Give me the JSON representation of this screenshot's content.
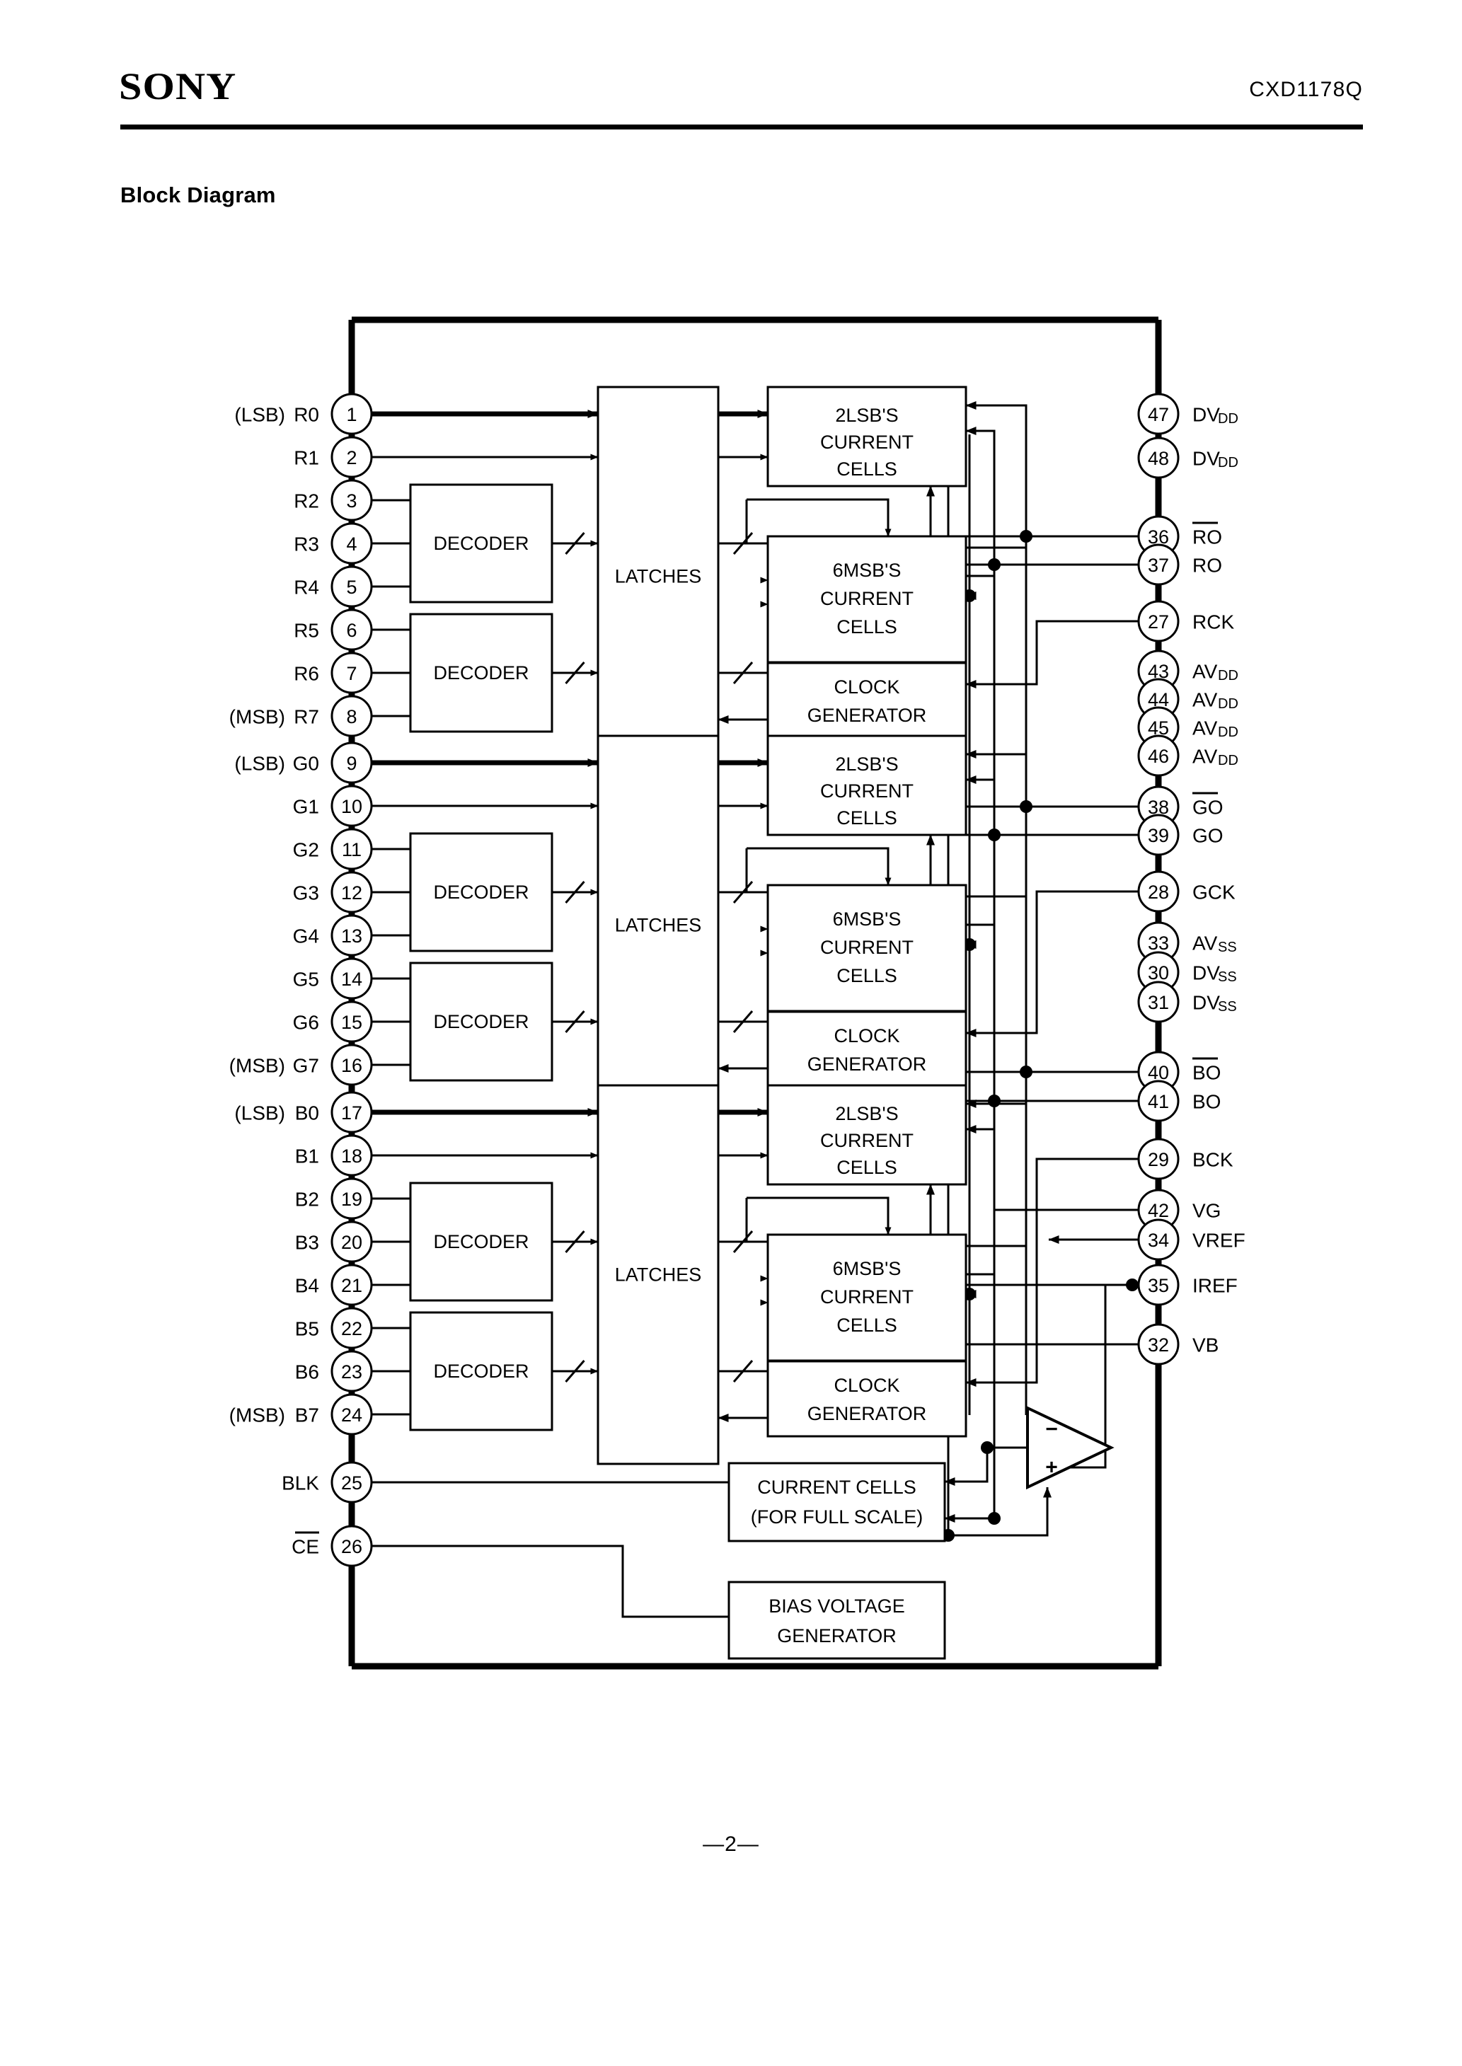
{
  "header": {
    "logo": "SONY",
    "part_number": "CXD1178Q"
  },
  "section_title": "Block Diagram",
  "footer": "—2—",
  "colors": {
    "ink": "#000000",
    "paper": "#ffffff"
  },
  "left_pins": [
    {
      "pin": "1",
      "label": "R0",
      "prefix": "(LSB)"
    },
    {
      "pin": "2",
      "label": "R1",
      "prefix": ""
    },
    {
      "pin": "3",
      "label": "R2",
      "prefix": ""
    },
    {
      "pin": "4",
      "label": "R3",
      "prefix": ""
    },
    {
      "pin": "5",
      "label": "R4",
      "prefix": ""
    },
    {
      "pin": "6",
      "label": "R5",
      "prefix": ""
    },
    {
      "pin": "7",
      "label": "R6",
      "prefix": ""
    },
    {
      "pin": "8",
      "label": "R7",
      "prefix": "(MSB)"
    },
    {
      "pin": "9",
      "label": "G0",
      "prefix": "(LSB)"
    },
    {
      "pin": "10",
      "label": "G1",
      "prefix": ""
    },
    {
      "pin": "11",
      "label": "G2",
      "prefix": ""
    },
    {
      "pin": "12",
      "label": "G3",
      "prefix": ""
    },
    {
      "pin": "13",
      "label": "G4",
      "prefix": ""
    },
    {
      "pin": "14",
      "label": "G5",
      "prefix": ""
    },
    {
      "pin": "15",
      "label": "G6",
      "prefix": ""
    },
    {
      "pin": "16",
      "label": "G7",
      "prefix": "(MSB)"
    },
    {
      "pin": "17",
      "label": "B0",
      "prefix": "(LSB)"
    },
    {
      "pin": "18",
      "label": "B1",
      "prefix": ""
    },
    {
      "pin": "19",
      "label": "B2",
      "prefix": ""
    },
    {
      "pin": "20",
      "label": "B3",
      "prefix": ""
    },
    {
      "pin": "21",
      "label": "B4",
      "prefix": ""
    },
    {
      "pin": "22",
      "label": "B5",
      "prefix": ""
    },
    {
      "pin": "23",
      "label": "B6",
      "prefix": ""
    },
    {
      "pin": "24",
      "label": "B7",
      "prefix": "(MSB)"
    },
    {
      "pin": "25",
      "label": "BLK",
      "prefix": ""
    },
    {
      "pin": "26",
      "label": "CE",
      "prefix": "",
      "overbar": true
    }
  ],
  "right_pins": [
    {
      "pin": "47",
      "label": "DV",
      "sub": "DD"
    },
    {
      "pin": "48",
      "label": "DV",
      "sub": "DD"
    },
    {
      "pin": "36",
      "label": "RO",
      "sub": "",
      "overbar": true
    },
    {
      "pin": "37",
      "label": "RO",
      "sub": ""
    },
    {
      "pin": "27",
      "label": "RCK",
      "sub": ""
    },
    {
      "pin": "43",
      "label": "AV",
      "sub": "DD"
    },
    {
      "pin": "44",
      "label": "AV",
      "sub": "DD"
    },
    {
      "pin": "45",
      "label": "AV",
      "sub": "DD"
    },
    {
      "pin": "46",
      "label": "AV",
      "sub": "DD"
    },
    {
      "pin": "38",
      "label": "GO",
      "sub": "",
      "overbar": true
    },
    {
      "pin": "39",
      "label": "GO",
      "sub": ""
    },
    {
      "pin": "28",
      "label": "GCK",
      "sub": ""
    },
    {
      "pin": "33",
      "label": "AV",
      "sub": "SS"
    },
    {
      "pin": "30",
      "label": "DV",
      "sub": "SS"
    },
    {
      "pin": "31",
      "label": "DV",
      "sub": "SS"
    },
    {
      "pin": "40",
      "label": "BO",
      "sub": "",
      "overbar": true
    },
    {
      "pin": "41",
      "label": "BO",
      "sub": ""
    },
    {
      "pin": "29",
      "label": "BCK",
      "sub": ""
    },
    {
      "pin": "42",
      "label": "VG",
      "sub": ""
    },
    {
      "pin": "34",
      "label": "VREF",
      "sub": ""
    },
    {
      "pin": "35",
      "label": "IREF",
      "sub": ""
    },
    {
      "pin": "32",
      "label": "VB",
      "sub": ""
    }
  ],
  "blocks": {
    "decoder": "DECODER",
    "latches": "LATCHES",
    "lsb_cells": [
      "2LSB'S",
      "CURRENT",
      "CELLS"
    ],
    "msb_cells": [
      "6MSB'S",
      "CURRENT",
      "CELLS"
    ],
    "clock_gen": [
      "CLOCK",
      "GENERATOR"
    ],
    "fullscale_cells": [
      "CURRENT CELLS",
      "(FOR FULL SCALE)"
    ],
    "bias_gen": [
      "BIAS VOLTAGE",
      "GENERATOR"
    ]
  },
  "opamp": {
    "minus": "−",
    "plus": "+"
  }
}
